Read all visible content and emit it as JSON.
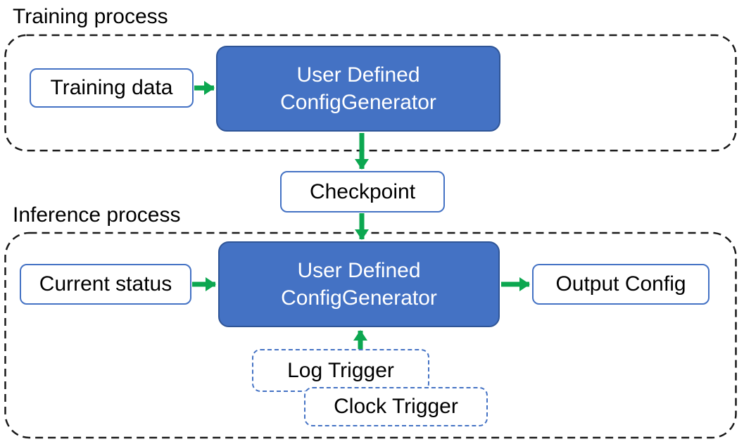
{
  "diagram": {
    "sections": {
      "training": {
        "label": "Training process"
      },
      "inference": {
        "label": "Inference process"
      }
    },
    "nodes": {
      "training_data": {
        "label": "Training data"
      },
      "generator_training": {
        "line1": "User Defined",
        "line2": "ConfigGenerator"
      },
      "checkpoint": {
        "label": "Checkpoint"
      },
      "current_status": {
        "label": "Current status"
      },
      "generator_inference": {
        "line1": "User Defined",
        "line2": "ConfigGenerator"
      },
      "output_config": {
        "label": "Output Config"
      },
      "log_trigger": {
        "label": "Log Trigger"
      },
      "clock_trigger": {
        "label": "Clock Trigger"
      }
    },
    "colors": {
      "generator_fill": "#4472C4",
      "generator_border": "#2F5597",
      "node_border": "#4472C4",
      "arrow_green": "#0CA750",
      "container_dash": "#1A1A1A",
      "text_dark": "#000000",
      "text_light": "#FFFFFF"
    }
  }
}
